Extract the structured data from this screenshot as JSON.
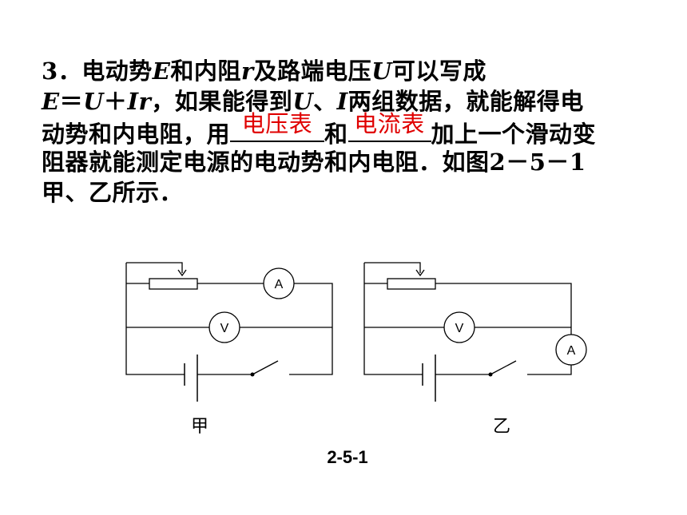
{
  "text": {
    "l1_num": "3",
    "l1_a": "．电动势",
    "l1_E": "E",
    "l1_b": "和内阻",
    "l1_r": "r",
    "l1_c": "及路端电压",
    "l1_U": "U",
    "l1_d": "可以写成",
    "l2_E": "E",
    "l2_eq": "＝",
    "l2_U": "U",
    "l2_plus": "＋",
    "l2_Ir": "Ir",
    "l2_a": "，如果能得到",
    "l2_U2": "U",
    "l2_b": "、",
    "l2_I": "I",
    "l2_c": "两组数据，就能解得电",
    "l3_a": "动势和内电阻，用",
    "l3_b": "和",
    "l3_c": "加上一个滑动变",
    "l4_a": "阻器就能测定电源的电动势和内电阻．如图",
    "l4_fig": "2－5－1",
    "l5": "甲、乙所示．"
  },
  "answers": {
    "blank1": "电压表",
    "blank2": "电流表"
  },
  "answer_color": "#e00000",
  "circuits": {
    "left": {
      "ammeter": "A",
      "voltmeter": "V",
      "caption": "甲"
    },
    "right": {
      "ammeter": "A",
      "voltmeter": "V",
      "caption": "乙"
    }
  },
  "figure_label": "2-5-1"
}
